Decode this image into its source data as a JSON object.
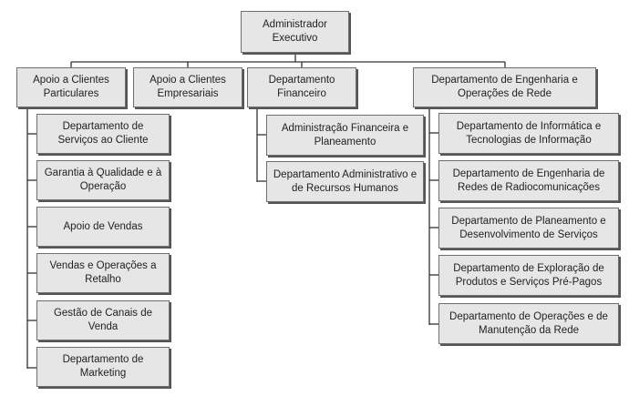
{
  "org": {
    "root": "Administrador Executivo",
    "level1": [
      "Apoio a Clientes Particulares",
      "Apoio a Clientes Empresariais",
      "Departamento Financeiro",
      "Departamento de Engenharia e Operações de Rede"
    ],
    "particulares": [
      "Departamento de Serviços ao Cliente",
      "Garantia à Qualidade e à Operação",
      "Apoio de Vendas",
      "Vendas e Operações a Retalho",
      "Gestão de Canais de Venda",
      "Departamento de Marketing"
    ],
    "financeiro": [
      "Administração Financeira e Planeamento",
      "Departamento Administrativo e de Recursos Humanos"
    ],
    "engenharia": [
      "Departamento de Informática e Tecnologias de Informação",
      "Departamento de Engenharia de Redes de Radiocomunicações",
      "Departamento de Planeamento e Desenvolvimento de Serviços",
      "Departamento de Exploração de Produtos e Serviços Pré-Pagos",
      "Departamento de Operações e de Manutenção da Rede"
    ]
  }
}
